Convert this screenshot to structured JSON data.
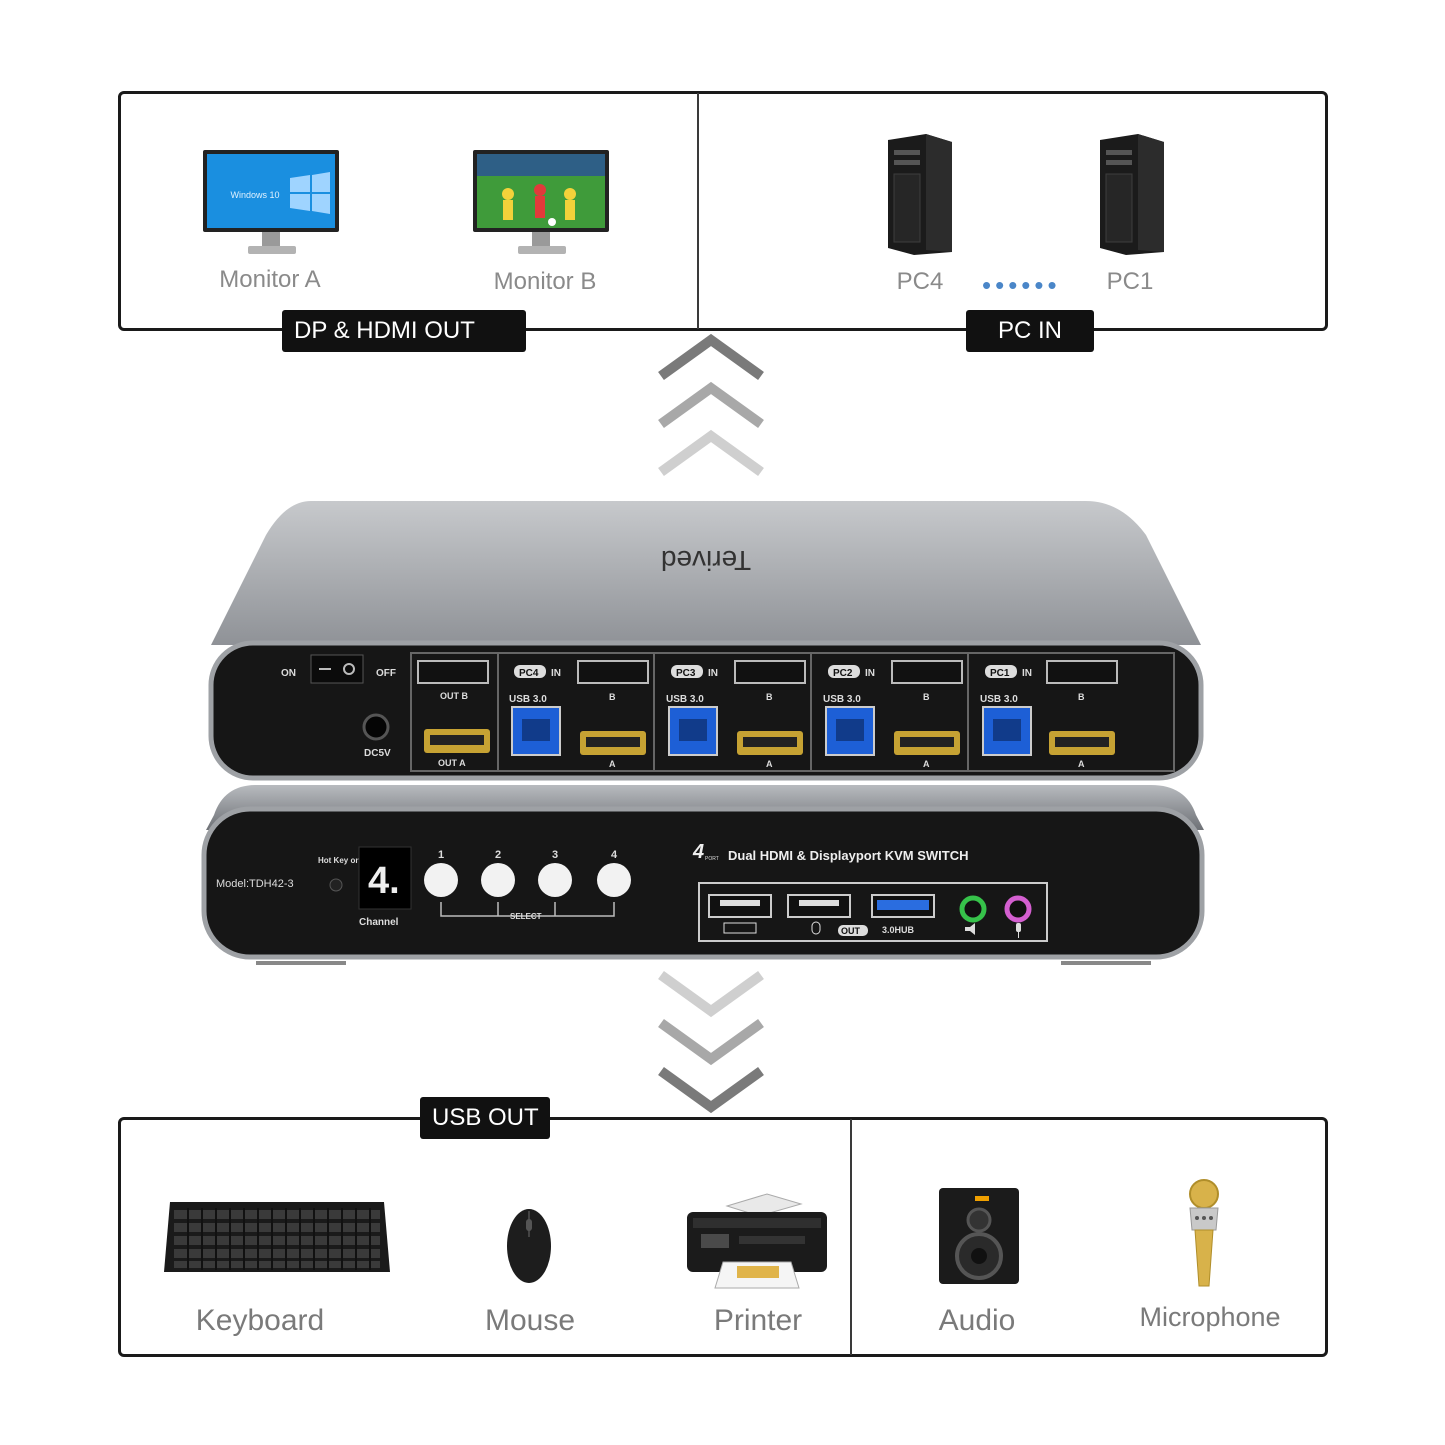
{
  "top_left": {
    "tag": "DP &  HDMI OUT",
    "monitor_a": "Monitor A",
    "monitor_b": "Monitor B",
    "monitor_a_screen": "Windows 10"
  },
  "top_right": {
    "tag": "PC IN",
    "pc4": "PC4",
    "pc1": "PC1",
    "dots": "••••••"
  },
  "device_top": {
    "brand": "Terived",
    "switch_on": "ON",
    "switch_off": "OFF",
    "power": "DC5V",
    "out_b": "OUT B",
    "out_a": "OUT A",
    "ports": [
      {
        "pc": "PC4",
        "usb": "USB 3.0"
      },
      {
        "pc": "PC3",
        "usb": "USB 3.0"
      },
      {
        "pc": "PC2",
        "usb": "USB 3.0"
      },
      {
        "pc": "PC1",
        "usb": "USB 3.0"
      }
    ],
    "in": "IN",
    "b": "B",
    "a": "A"
  },
  "device_bottom": {
    "model": "Model:TDH42-3",
    "hotkey": "Hot Key on/off",
    "channel_digit": "4.",
    "channel": "Channel",
    "select": "SELECT",
    "buttons": [
      "1",
      "2",
      "3",
      "4"
    ],
    "title_num": "4",
    "title_port": "PORT",
    "title": "Dual HDMI & Displayport KVM SWITCH",
    "out": "OUT",
    "hub": "3.0HUB"
  },
  "bottom_left": {
    "tag": "USB OUT",
    "keyboard": "Keyboard",
    "mouse": "Mouse",
    "printer": "Printer"
  },
  "bottom_right": {
    "audio": "Audio",
    "microphone": "Microphone"
  }
}
